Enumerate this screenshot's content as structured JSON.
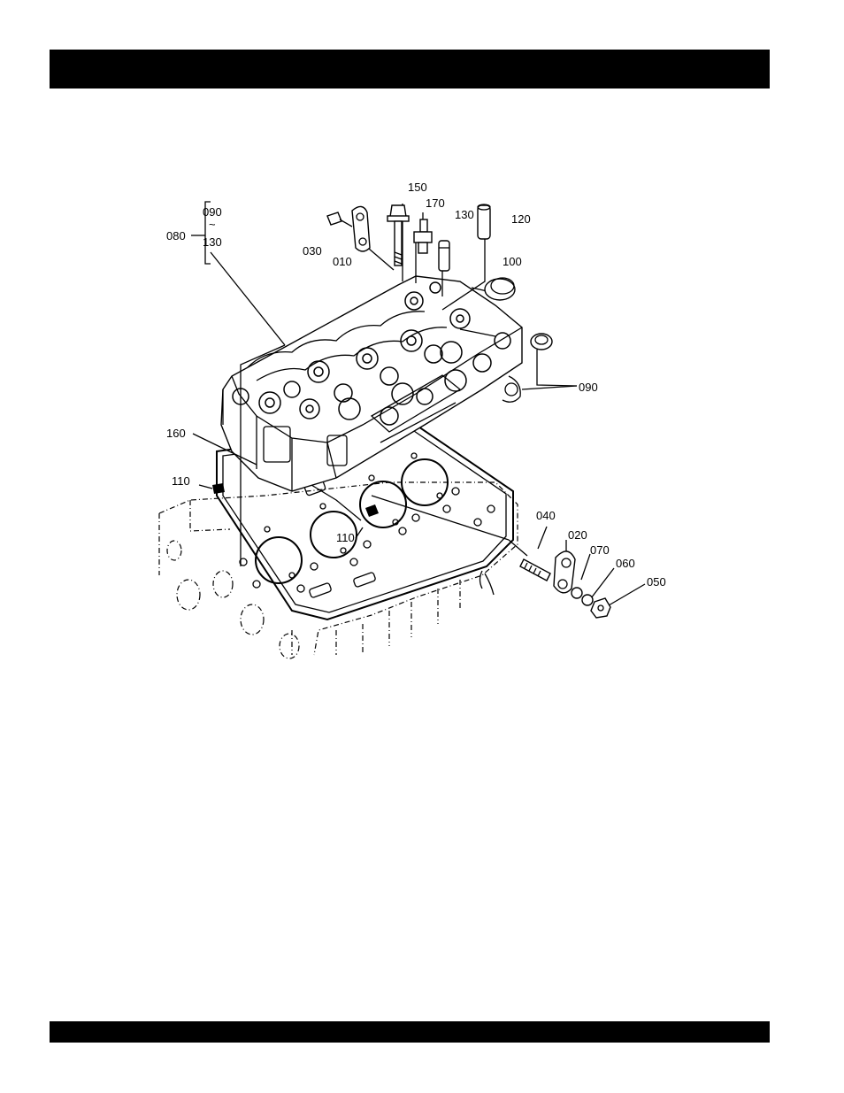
{
  "colors": {
    "bar": "#000000",
    "background": "#ffffff",
    "ink": "#000000"
  },
  "diagram": {
    "part_labels": {
      "p150": "150",
      "p170": "170",
      "p130": "130",
      "p120": "120",
      "p030": "030",
      "p010": "010",
      "p100": "100",
      "p090": "090",
      "p160": "160",
      "p110_left": "110",
      "p110_center": "110",
      "p040": "040",
      "p020": "020",
      "p070": "070",
      "p060": "060",
      "p050": "050",
      "p080": "080",
      "bracket_top": "090",
      "bracket_tilde": "~",
      "bracket_bottom": "130"
    }
  }
}
